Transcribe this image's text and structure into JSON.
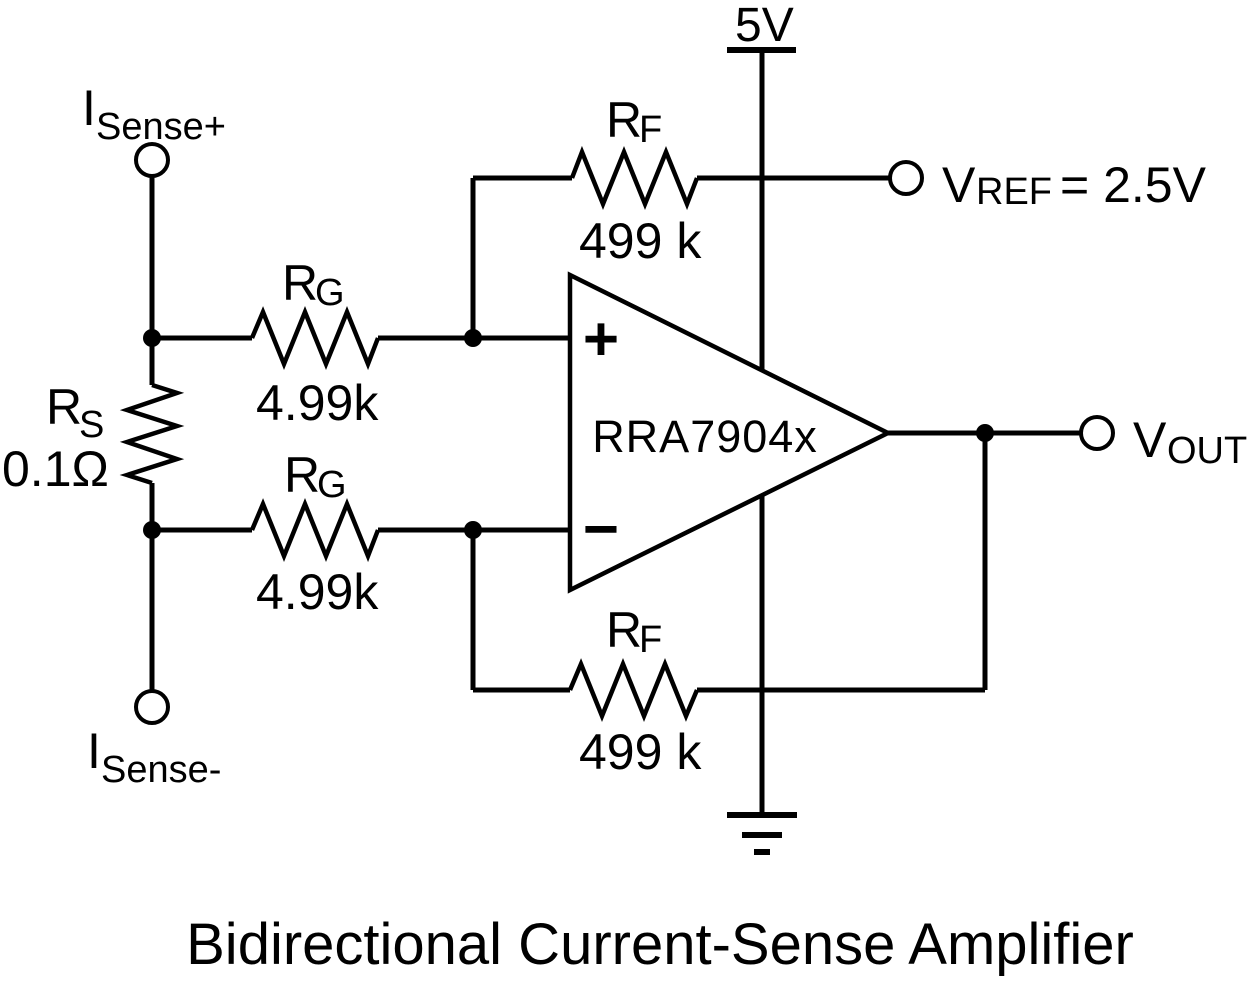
{
  "figure": {
    "title": "Bidirectional Current-Sense Amplifier",
    "background_color": "#ffffff",
    "line_color": "#000000"
  },
  "supply": {
    "label": "5V",
    "icon": "supply-rail-icon"
  },
  "ground": {
    "icon": "earth-ground-icon"
  },
  "terminals": {
    "isense_plus": {
      "symbol": "I",
      "subscript": "Sense+"
    },
    "isense_minus": {
      "symbol": "I",
      "subscript": "Sense-"
    },
    "vref": {
      "symbol": "V",
      "subscript": "REF",
      "value": "= 2.5V"
    },
    "vout": {
      "symbol": "V",
      "subscript": "OUT"
    }
  },
  "components": {
    "sense_resistor": {
      "symbol": "R",
      "subscript": "S",
      "value": "0.1Ω"
    },
    "gain_resistor_top": {
      "symbol": "R",
      "subscript": "G",
      "value": "4.99k"
    },
    "gain_resistor_bottom": {
      "symbol": "R",
      "subscript": "G",
      "value": "4.99k"
    },
    "feedback_resistor_top": {
      "symbol": "R",
      "subscript": "F",
      "value": "499 k"
    },
    "feedback_resistor_bottom": {
      "symbol": "R",
      "subscript": "F",
      "value": "499 k"
    },
    "opamp": {
      "part_number": "RRA7904x",
      "noninverting_label": "+",
      "inverting_label": "−"
    }
  }
}
